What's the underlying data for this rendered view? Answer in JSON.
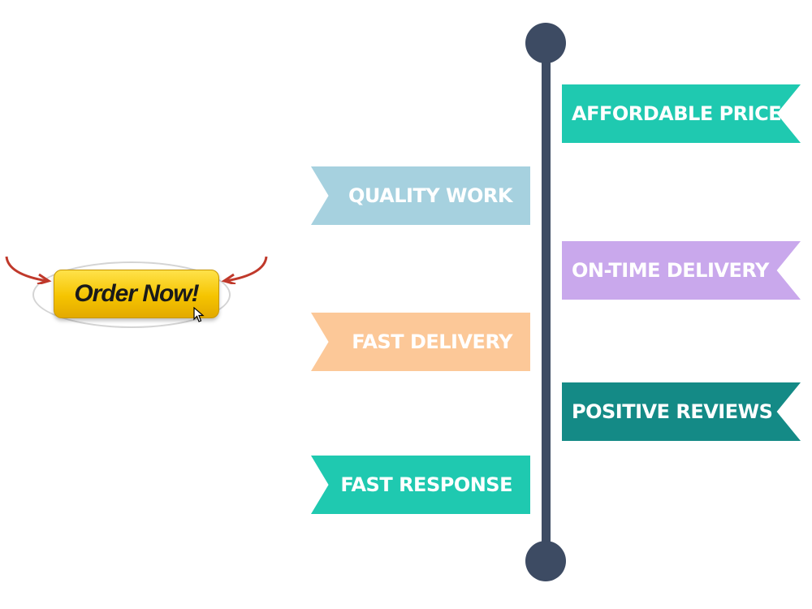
{
  "order": {
    "label": "Order Now!",
    "button_color": "#f5c400",
    "arrow_color": "#c0392b"
  },
  "timeline": {
    "line_color": "#3d4b63"
  },
  "banners": [
    {
      "label": "AFFORDABLE PRICE",
      "side": "right",
      "color": "#1fc9b0"
    },
    {
      "label": "QUALITY WORK",
      "side": "left",
      "color": "#a6d1df"
    },
    {
      "label": "ON-TIME DELIVERY",
      "side": "right",
      "color": "#c9a8ec"
    },
    {
      "label": "FAST DELIVERY",
      "side": "left",
      "color": "#fcc898"
    },
    {
      "label": "POSITIVE REVIEWS",
      "side": "right",
      "color": "#148a86"
    },
    {
      "label": "FAST RESPONSE",
      "side": "left",
      "color": "#1fc9b0"
    }
  ]
}
